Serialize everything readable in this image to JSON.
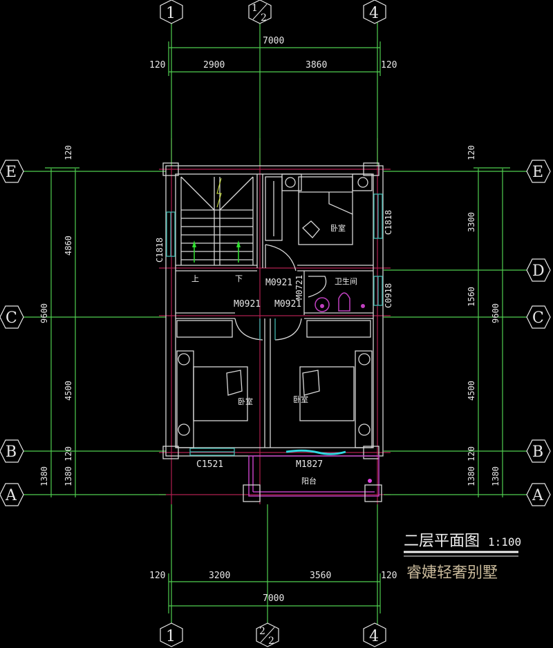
{
  "drawing": {
    "title": "二层平面图",
    "scale": "1:100",
    "brand": "睿婕轻奢别墅"
  },
  "axes": {
    "top": [
      {
        "label": "1"
      },
      {
        "label_num": "1",
        "label_den": "2"
      },
      {
        "label": "4"
      }
    ],
    "bottom": [
      {
        "label": "1"
      },
      {
        "label_num": "2",
        "label_den": "2"
      },
      {
        "label": "4"
      }
    ],
    "left": [
      "E",
      "C",
      "B",
      "A"
    ],
    "right": [
      "E",
      "D",
      "C",
      "B",
      "A"
    ]
  },
  "dimensions": {
    "top_total": "7000",
    "top_segments": [
      "120",
      "2900",
      "3860",
      "120"
    ],
    "bottom_total": "7000",
    "bottom_segments": [
      "120",
      "3200",
      "3560",
      "120"
    ],
    "left_total": "9600",
    "left_segments": [
      "120",
      "4860",
      "4500",
      "1380 120"
    ],
    "left_outer_bottom": "1380",
    "right_total": "9600",
    "right_segments": [
      "120",
      "3300",
      "1560",
      "4500",
      "1380 120"
    ],
    "right_outer_bottom": "1380"
  },
  "openings": {
    "window_left_stair": "C1818",
    "window_right_bedroom": "C1818",
    "window_bath": "C0918",
    "door_bedroom_top": "M0921",
    "door_bath": "M0721",
    "door_bedroom_left": "M0921",
    "door_bedroom_right": "M0921",
    "window_bottom_left": "C1521",
    "door_balcony": "M1827"
  },
  "rooms": {
    "bedroom_top": "卧室",
    "bedroom_left": "卧室",
    "bedroom_right": "卧室",
    "bathroom": "卫生间",
    "balcony": "阳台",
    "stair_up": "上",
    "stair_down": "下"
  },
  "colors": {
    "background": "#000000",
    "dimension": "#4fcf4f",
    "axis_line": "#b02050",
    "wall": "#d8d8d8",
    "window": "#40b8b0",
    "fixture": "#c040c0",
    "brand": "#c8b99a"
  }
}
